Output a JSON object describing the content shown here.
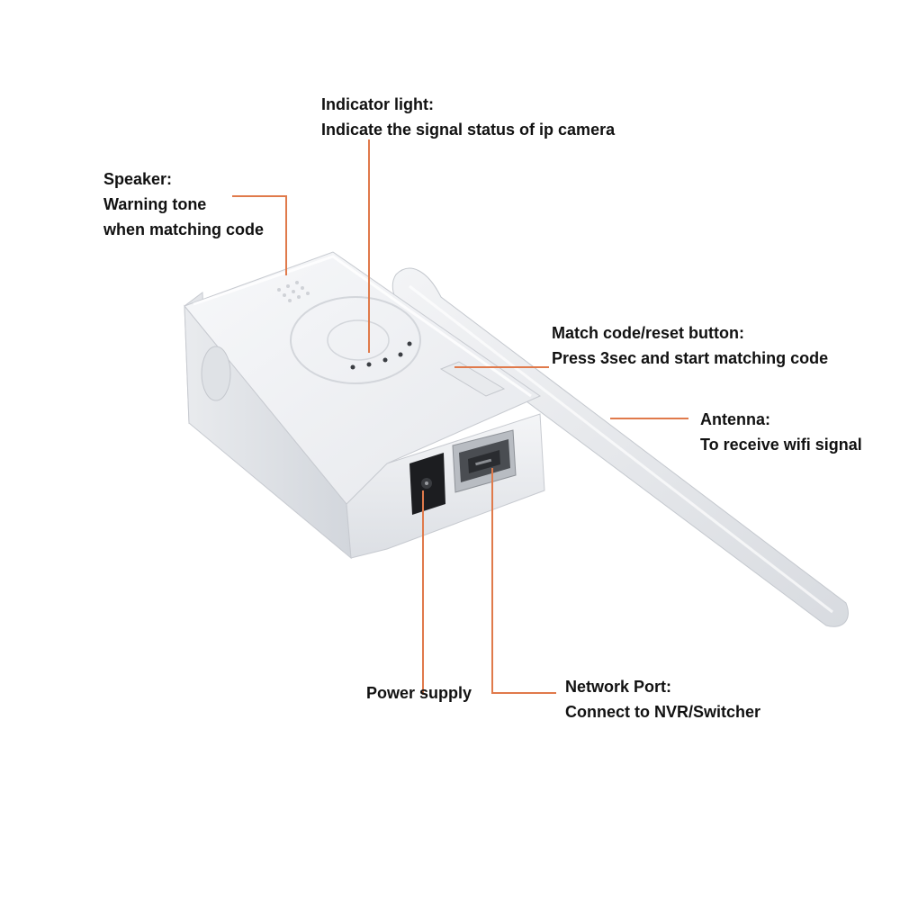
{
  "colors": {
    "leader_line": "#e07a4b",
    "text": "#111111",
    "device_body": "#f1f2f4",
    "device_shadow": "#c9ccd2",
    "background": "#ffffff"
  },
  "callouts": {
    "indicator": {
      "title": "Indicator light:",
      "desc": "Indicate the signal status of ip camera"
    },
    "speaker": {
      "title": "Speaker:",
      "line1": "Warning tone",
      "line2": "when matching code"
    },
    "match": {
      "title": "Match code/reset button:",
      "desc": "Press 3sec and start matching code"
    },
    "antenna": {
      "title": "Antenna:",
      "desc": "To receive wifi signal"
    },
    "power": {
      "title": "Power supply"
    },
    "network": {
      "title": "Network Port:",
      "desc": "Connect to NVR/Switcher"
    }
  }
}
